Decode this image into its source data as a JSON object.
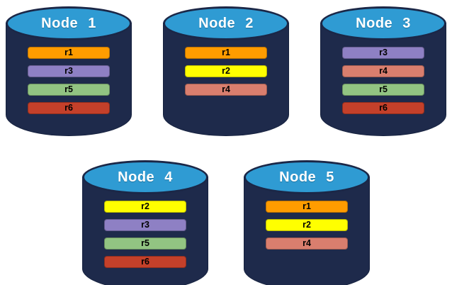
{
  "diagram": {
    "description": "Five database nodes with replicated ranges",
    "colors": {
      "cylinder_body": "#1E2A4B",
      "cylinder_top": "#2F9BD3",
      "cylinder_outline": "#1B2747",
      "title_text": "#FFFFFF",
      "bar_text": "#000000",
      "background": "#FFFFFF"
    }
  },
  "replica_palette": {
    "r1": "#FF9C00",
    "r2": "#FFFF00",
    "r3": "#8E80C4",
    "r4": "#D97E6E",
    "r5": "#92C482",
    "r6": "#C4402A"
  },
  "nodes": [
    {
      "label": "Node 1",
      "replicas": [
        {
          "label": "r1",
          "color": "#FF9C00"
        },
        {
          "label": "r3",
          "color": "#8E80C4"
        },
        {
          "label": "r5",
          "color": "#92C482"
        },
        {
          "label": "r6",
          "color": "#C4402A"
        }
      ]
    },
    {
      "label": "Node 2",
      "replicas": [
        {
          "label": "r1",
          "color": "#FF9C00"
        },
        {
          "label": "r2",
          "color": "#FFFF00"
        },
        {
          "label": "r4",
          "color": "#D97E6E"
        }
      ]
    },
    {
      "label": "Node 3",
      "replicas": [
        {
          "label": "r3",
          "color": "#8E80C4"
        },
        {
          "label": "r4",
          "color": "#D97E6E"
        },
        {
          "label": "r5",
          "color": "#92C482"
        },
        {
          "label": "r6",
          "color": "#C4402A"
        }
      ]
    },
    {
      "label": "Node 4",
      "replicas": [
        {
          "label": "r2",
          "color": "#FFFF00"
        },
        {
          "label": "r3",
          "color": "#8E80C4"
        },
        {
          "label": "r5",
          "color": "#92C482"
        },
        {
          "label": "r6",
          "color": "#C4402A"
        }
      ]
    },
    {
      "label": "Node 5",
      "replicas": [
        {
          "label": "r1",
          "color": "#FF9C00"
        },
        {
          "label": "r2",
          "color": "#FFFF00"
        },
        {
          "label": "r4",
          "color": "#D97E6E"
        }
      ]
    }
  ]
}
